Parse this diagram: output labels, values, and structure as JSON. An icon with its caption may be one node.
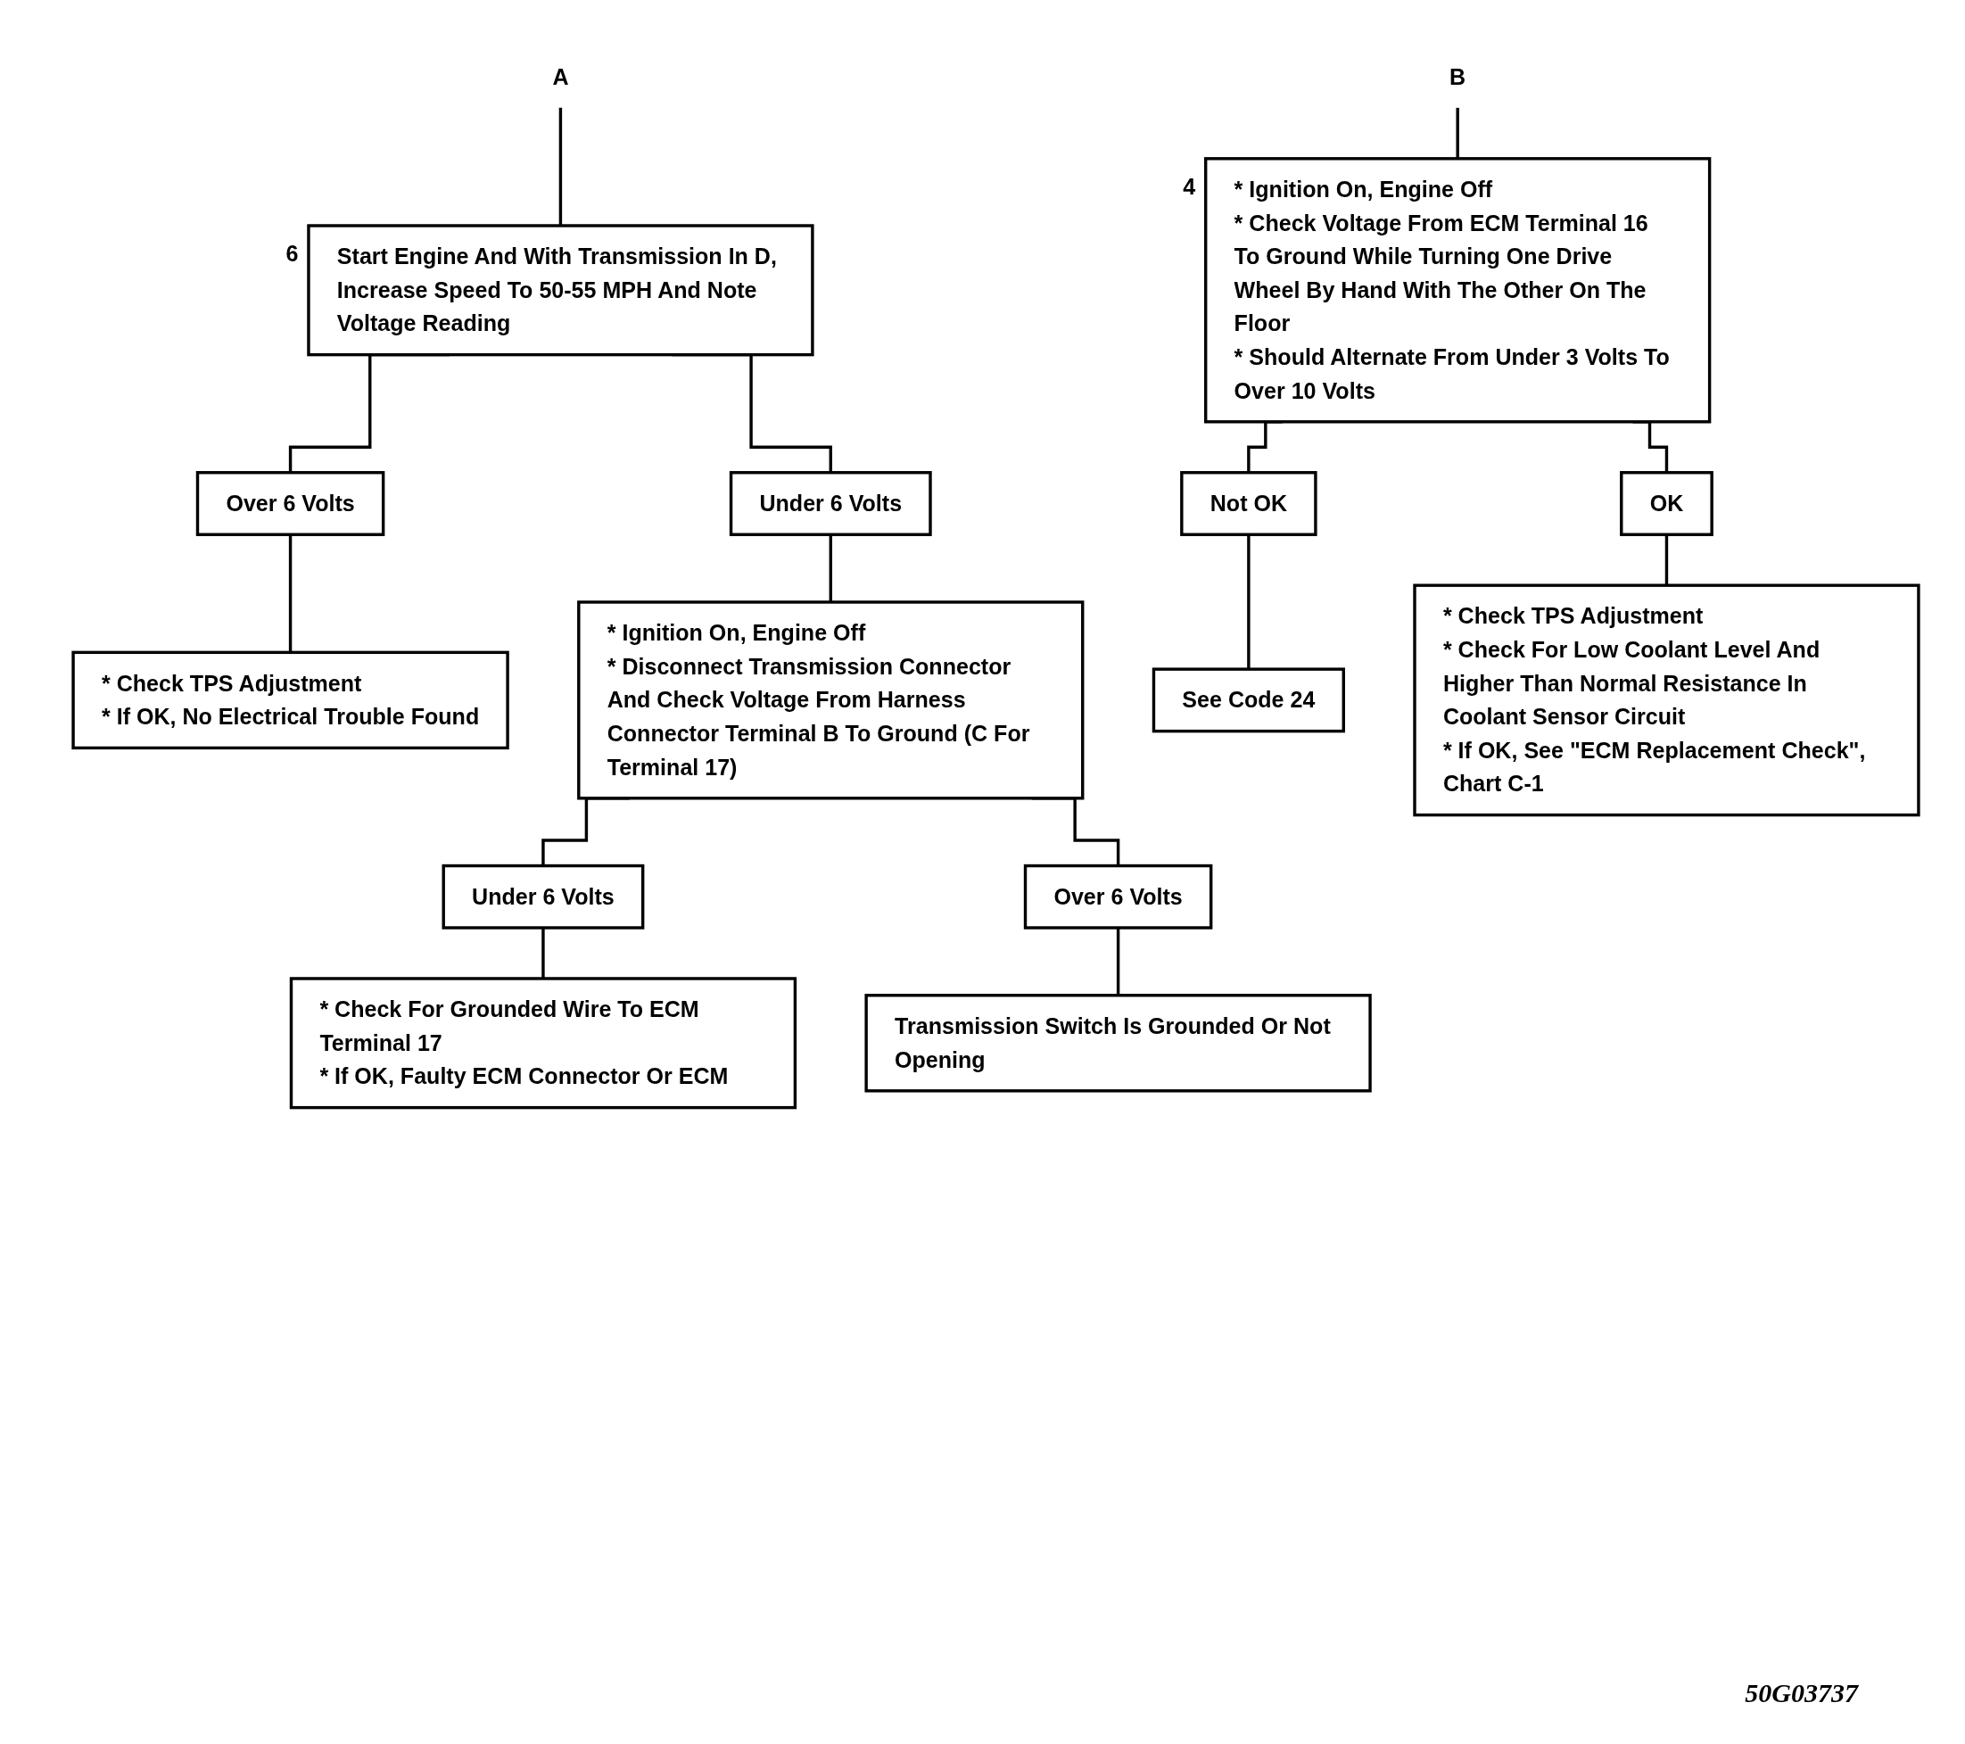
{
  "diagram": {
    "nodes": [
      {
        "text": [
          "A"
        ]
      },
      {
        "text": [
          "Start Engine And With Transmission In D, Increase Speed To 50-55 MPH And Note Voltage Reading"
        ],
        "beside": [
          "6"
        ]
      },
      {
        "text": [
          "Over 6 Volts"
        ]
      },
      {
        "text": [
          "* Check TPS Adjustment",
          "* If OK, No Electrical Trouble Found"
        ]
      },
      {
        "text": [
          "Under 6 Volts"
        ]
      },
      {
        "text": [
          "* Ignition On, Engine Off",
          "* Disconnect Transmission Connector And Check Voltage From Harness Connector Terminal B To Ground (C For Terminal 17)"
        ]
      },
      {
        "text": [
          "Under 6 Volts"
        ]
      },
      {
        "text": [
          "Over 6 Volts"
        ]
      },
      {
        "text": [
          "* Check For Grounded Wire To ECM Terminal 17",
          "* If OK, Faulty ECM Connector Or ECM"
        ]
      },
      {
        "text": [
          "Transmission Switch Is Grounded Or Not Opening"
        ]
      },
      {
        "text": [
          "B"
        ]
      },
      {
        "text": [
          "* Ignition On, Engine Off",
          "* Check Voltage From ECM Terminal 16 To Ground While Turning One Drive Wheel By Hand With The Other On The Floor",
          "* Should Alternate From Under 3 Volts To Over 10 Volts"
        ],
        "beside": [
          "4"
        ]
      },
      {
        "text": [
          "Not OK"
        ]
      },
      {
        "text": [
          "See Code 24"
        ]
      },
      {
        "text": [
          "OK"
        ]
      },
      {
        "text": [
          "* Check TPS Adjustment",
          "* Check For Low Coolant Level And Higher Than Normal Resistance In Coolant Sensor Circuit",
          "* If OK, See \"ECM Replacement Check\", Chart C-1"
        ]
      }
    ],
    "edges": [
      {
        "from": 0,
        "to": 1,
        "arrow": "none"
      },
      {
        "from": 1,
        "to": 2,
        "arrow": "none"
      },
      {
        "from": 2,
        "to": 3,
        "arrow": "none"
      },
      {
        "from": 1,
        "to": 4,
        "arrow": "none"
      },
      {
        "from": 4,
        "to": 5,
        "arrow": "none"
      },
      {
        "from": 5,
        "to": 6,
        "arrow": "none"
      },
      {
        "from": 5,
        "to": 7,
        "arrow": "none"
      },
      {
        "from": 6,
        "to": 8,
        "arrow": "none"
      },
      {
        "from": 7,
        "to": 9,
        "arrow": "none"
      },
      {
        "from": 10,
        "to": 11,
        "arrow": "none"
      },
      {
        "from": 11,
        "to": 12,
        "arrow": "none"
      },
      {
        "from": 12,
        "to": 13,
        "arrow": "none"
      },
      {
        "from": 11,
        "to": 14,
        "arrow": "none"
      },
      {
        "from": 14,
        "to": 15,
        "arrow": "none"
      }
    ],
    "labels": [
      "50G03737"
    ]
  }
}
